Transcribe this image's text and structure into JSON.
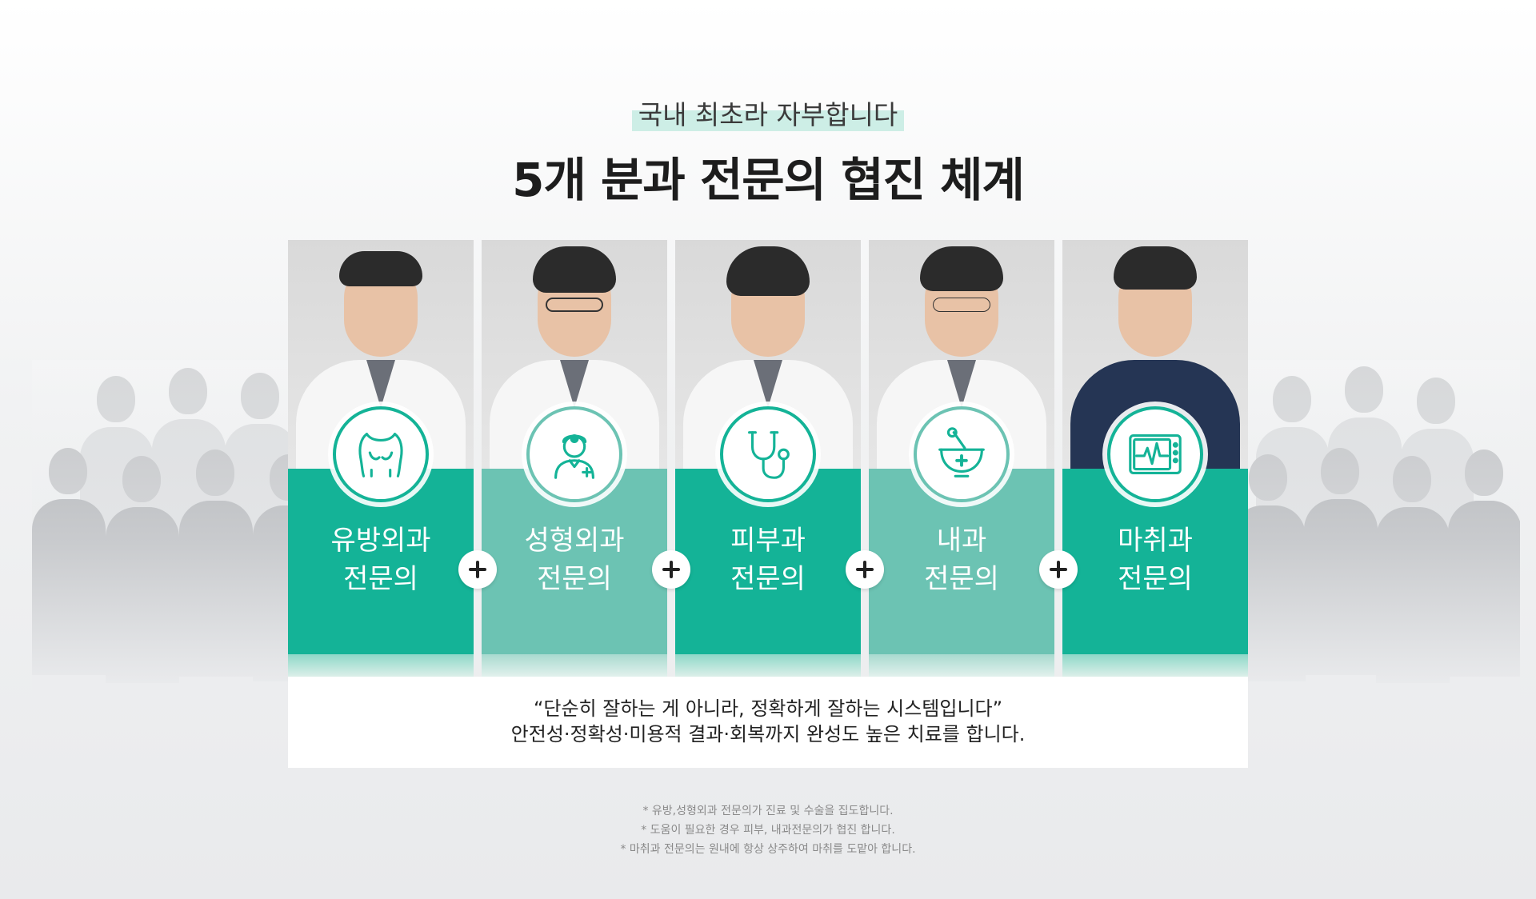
{
  "header": {
    "eyebrow": "국내 최초라 자부합니다",
    "title": "5개 분과 전문의 협진 체계"
  },
  "colors": {
    "accent_dark": "#14b397",
    "accent_light": "#6cc3b3",
    "highlight": "#cdeee6"
  },
  "specialists": [
    {
      "line1": "유방외과",
      "line2": "전문의",
      "icon": "chest-torso-icon"
    },
    {
      "line1": "성형외과",
      "line2": "전문의",
      "icon": "surgeon-doctor-icon"
    },
    {
      "line1": "피부과",
      "line2": "전문의",
      "icon": "stethoscope-icon"
    },
    {
      "line1": "내과",
      "line2": "전문의",
      "icon": "mortar-pestle-icon"
    },
    {
      "line1": "마취과",
      "line2": "전문의",
      "icon": "heart-monitor-icon"
    }
  ],
  "quote": {
    "line1": "“단순히 잘하는 게 아니라, 정확하게 잘하는 시스템입니다”",
    "line2": "안전성·정확성·미용적 결과·회복까지 완성도 높은 치료를 합니다."
  },
  "notes": [
    "* 유방,성형외과 전문의가 진료 및 수술을 집도합니다.",
    "* 도움이 필요한 경우 피부, 내과전문의가 협진 합니다.",
    "* 마취과 전문의는 원내에 항상 상주하여 마취를 도맡아 합니다."
  ]
}
